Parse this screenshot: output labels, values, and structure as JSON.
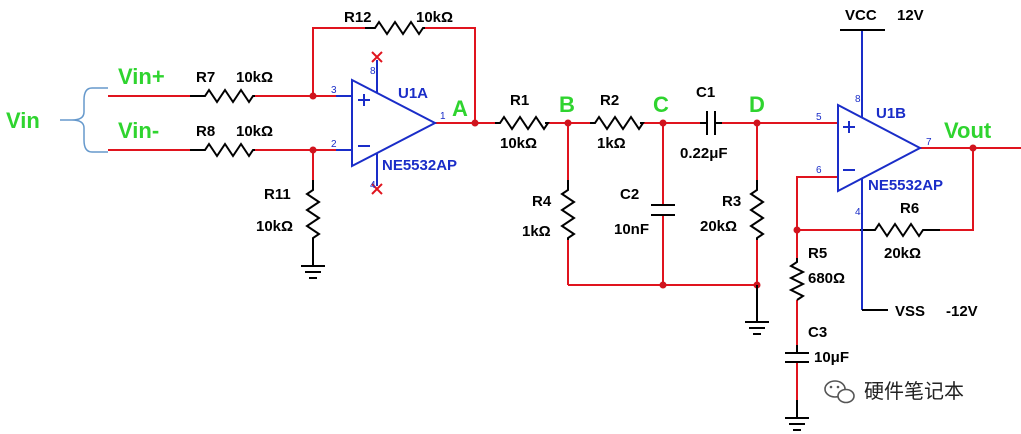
{
  "signals": {
    "vin": "Vin",
    "vin_plus": "Vin+",
    "vin_minus": "Vin-",
    "vout": "Vout"
  },
  "nodes": {
    "a": "A",
    "b": "B",
    "c": "C",
    "d": "D"
  },
  "components": {
    "r12": {
      "name": "R12",
      "value": "10kΩ"
    },
    "r7": {
      "name": "R7",
      "value": "10kΩ"
    },
    "r8": {
      "name": "R8",
      "value": "10kΩ"
    },
    "r11": {
      "name": "R11",
      "value": "10kΩ"
    },
    "r1": {
      "name": "R1",
      "value": "10kΩ"
    },
    "r2": {
      "name": "R2",
      "value": "1kΩ"
    },
    "r4": {
      "name": "R4",
      "value": "1kΩ"
    },
    "c1": {
      "name": "C1",
      "value": "0.22μF"
    },
    "c2": {
      "name": "C2",
      "value": "10nF"
    },
    "r3": {
      "name": "R3",
      "value": "20kΩ"
    },
    "r5": {
      "name": "R5",
      "value": "680Ω"
    },
    "c3": {
      "name": "C3",
      "value": "10μF"
    },
    "r6": {
      "name": "R6",
      "value": "20kΩ"
    }
  },
  "opamps": {
    "u1a": {
      "ref": "U1A",
      "part": "NE5532AP",
      "pins": {
        "plus": "3",
        "minus": "2",
        "out": "1",
        "vcc": "8",
        "vee": "4"
      }
    },
    "u1b": {
      "ref": "U1B",
      "part": "NE5532AP",
      "pins": {
        "plus": "5",
        "minus": "6",
        "out": "7",
        "vcc": "8",
        "vee": "4"
      }
    }
  },
  "power": {
    "vcc_name": "VCC",
    "vcc_value": "12V",
    "vss_name": "VSS",
    "vss_value": "-12V"
  },
  "watermark": {
    "text": "硬件笔记本",
    "icon": "wechat-icon"
  },
  "colors": {
    "wire": "#e0141e",
    "node_label": "#2fd42f",
    "opamp": "#1a2dc8",
    "component": "#000000"
  }
}
